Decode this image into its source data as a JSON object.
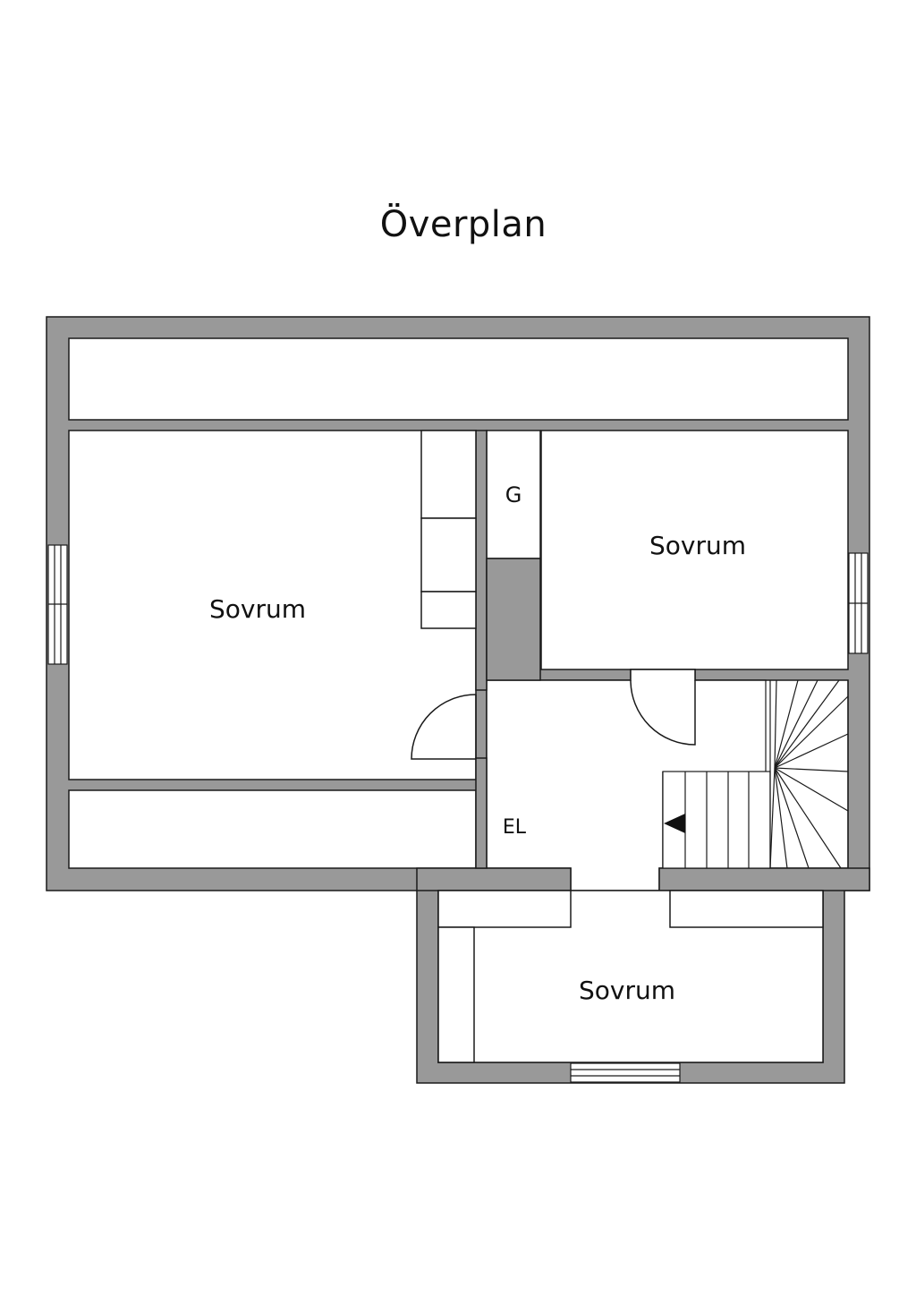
{
  "plan": {
    "title": "Överplan",
    "rooms": {
      "bedroom_left": "Sovrum",
      "bedroom_right": "Sovrum",
      "bedroom_bottom": "Sovrum",
      "closet_g": "G",
      "el": "EL"
    }
  },
  "colors": {
    "wall_fill": "#999999",
    "line": "#1a1a1a",
    "background": "#ffffff"
  }
}
